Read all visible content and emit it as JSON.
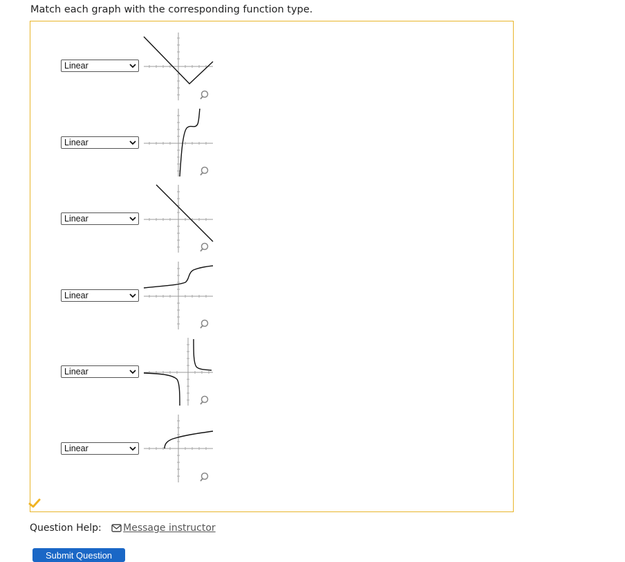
{
  "question": {
    "prompt": "Match each graph with the corresponding function type."
  },
  "items": [
    {
      "selected": "Linear",
      "zoom_icon": "zoom-icon"
    },
    {
      "selected": "Linear",
      "zoom_icon": "zoom-icon"
    },
    {
      "selected": "Linear",
      "zoom_icon": "zoom-icon"
    },
    {
      "selected": "Linear",
      "zoom_icon": "zoom-icon"
    },
    {
      "selected": "Linear",
      "zoom_icon": "zoom-icon"
    },
    {
      "selected": "Linear",
      "zoom_icon": "zoom-icon"
    }
  ],
  "status": {
    "icon": "checkmark-icon",
    "color": "#f0b323"
  },
  "help": {
    "label": "Question Help:",
    "message_link": "Message instructor",
    "icon": "mail-icon"
  },
  "submit": {
    "label": "Submit Question",
    "color": "#1a67c6"
  },
  "colors": {
    "frame": "#e8b52a",
    "link": "#555555"
  }
}
